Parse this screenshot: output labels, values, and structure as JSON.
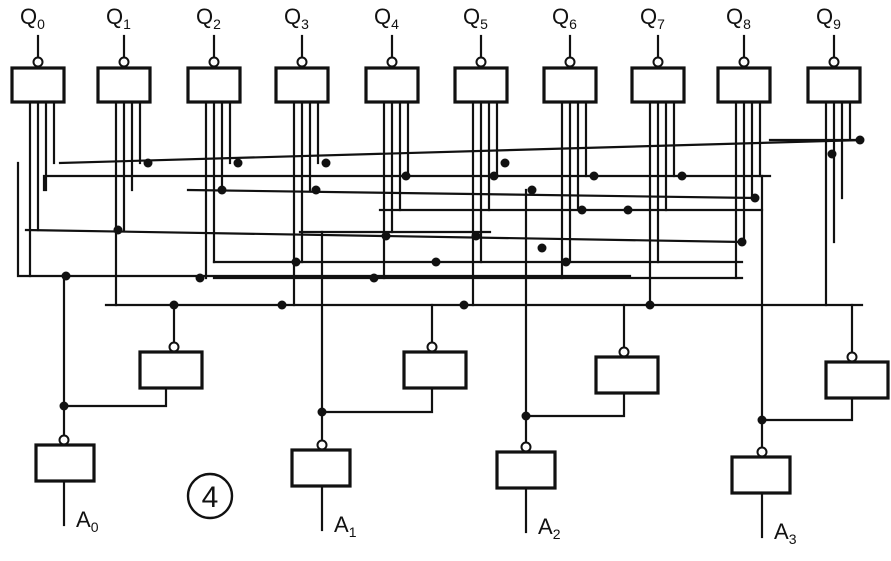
{
  "inputs": [
    {
      "letter": "Q",
      "index": "0"
    },
    {
      "letter": "Q",
      "index": "1"
    },
    {
      "letter": "Q",
      "index": "2"
    },
    {
      "letter": "Q",
      "index": "3"
    },
    {
      "letter": "Q",
      "index": "4"
    },
    {
      "letter": "Q",
      "index": "5"
    },
    {
      "letter": "Q",
      "index": "6"
    },
    {
      "letter": "Q",
      "index": "7"
    },
    {
      "letter": "Q",
      "index": "8"
    },
    {
      "letter": "Q",
      "index": "9"
    }
  ],
  "outputs": [
    {
      "letter": "A",
      "index": "0"
    },
    {
      "letter": "A",
      "index": "1"
    },
    {
      "letter": "A",
      "index": "2"
    },
    {
      "letter": "A",
      "index": "3"
    }
  ],
  "figure_number": "4",
  "colors": {
    "ink": "#111111",
    "paper": "#ffffff"
  }
}
